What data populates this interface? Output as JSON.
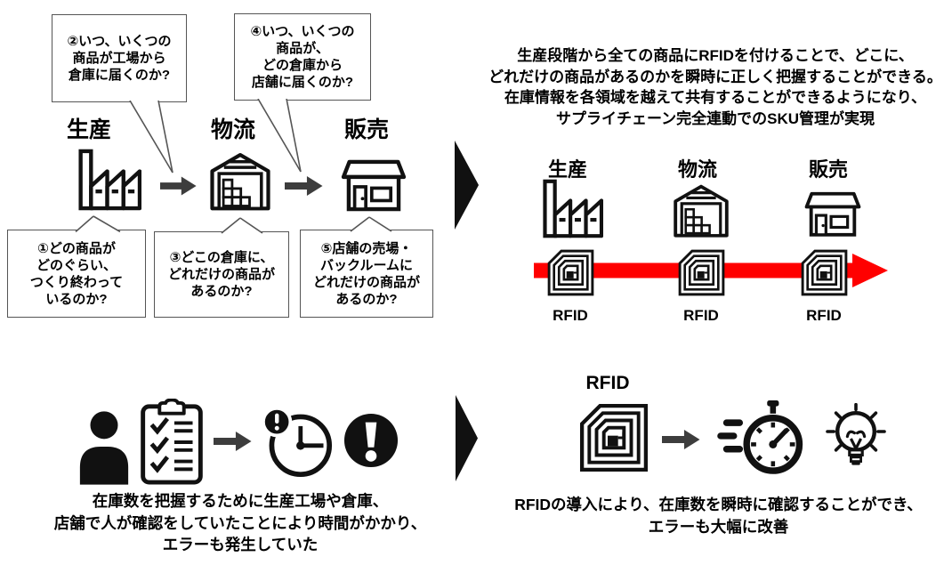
{
  "colors": {
    "red": "#ff0000",
    "arrow_gray": "#3d3d3d",
    "ink": "#111111",
    "border_gray": "#555555",
    "text": "#000000"
  },
  "before": {
    "stages": [
      "生産",
      "物流",
      "販売"
    ],
    "questions_top": {
      "q2": [
        "②いつ、いくつの",
        "商品が工場から",
        "倉庫に届くのか?"
      ],
      "q4": [
        "④いつ、いくつの",
        "商品が、",
        "どの倉庫から",
        "店舗に届くのか?"
      ]
    },
    "questions_bottom": {
      "q1": [
        "①どの商品が",
        "どのぐらい、",
        "つくり終わって",
        "いるのか?"
      ],
      "q3": [
        "③どこの倉庫に、",
        "どれだけの商品が",
        "あるのか?"
      ],
      "q5": [
        "⑤店舗の売場・",
        "バックルームに",
        "どれだけの商品が",
        "あるのか?"
      ]
    },
    "caption": [
      "在庫数を把握するために生産工場や倉庫、",
      "店舗で人が確認をしていたことにより時間がかかり、",
      "エラーも発生していた"
    ]
  },
  "after": {
    "description": [
      "生産段階から全ての商品にRFIDを付けることで、どこに、",
      "どれだけの商品があるのかを瞬時に正しく把握することができる。",
      "在庫情報を各領域を越えて共有することができるようになり、",
      "サプライチェーン完全連動でのSKU管理が実現"
    ],
    "stages": [
      "生産",
      "物流",
      "販売"
    ],
    "tag_labels": [
      "RFID",
      "RFID",
      "RFID"
    ],
    "tag_title": "RFID",
    "caption": [
      "RFIDの導入により、在庫数を瞬時に確認することができ、",
      "エラーも大幅に改善"
    ]
  }
}
